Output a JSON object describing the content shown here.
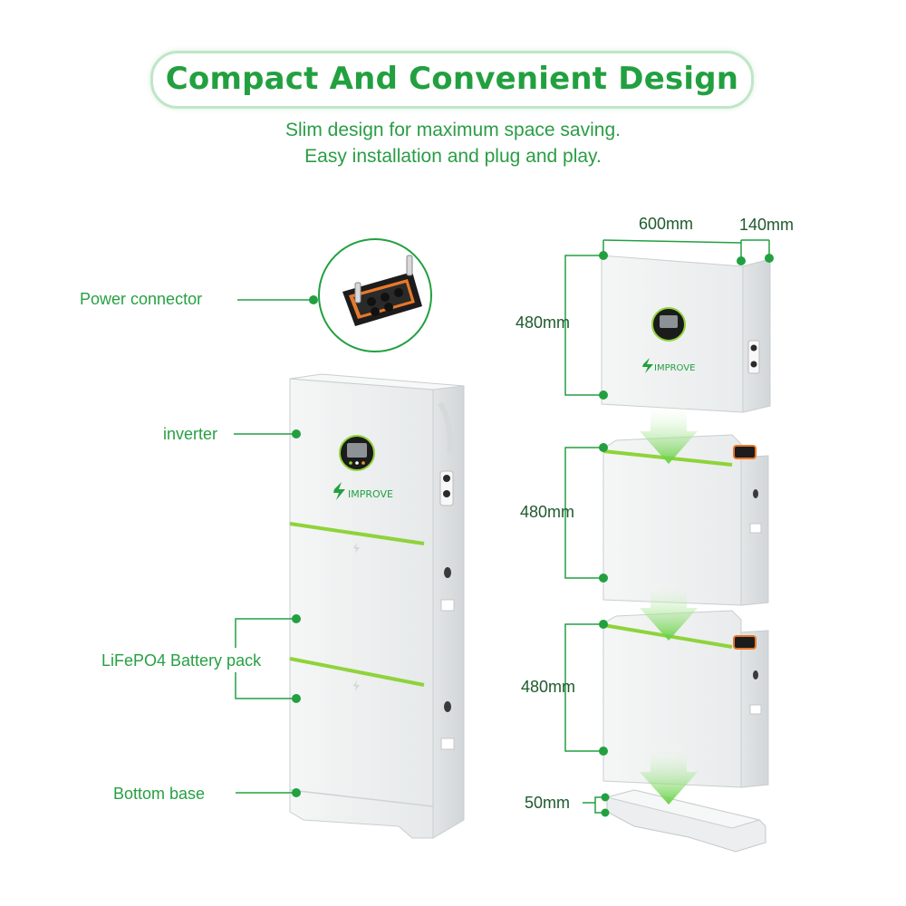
{
  "header": {
    "title": "Compact And Convenient Design",
    "subtitle_line1": "Slim design for maximum space saving.",
    "subtitle_line2": "Easy installation and plug and play."
  },
  "callouts": {
    "power_connector": "Power connector",
    "inverter": "inverter",
    "battery_pack": "LiFePO4 Battery pack",
    "bottom_base": "Bottom base"
  },
  "dimensions": {
    "width": "600mm",
    "depth": "140mm",
    "inverter_height": "480mm",
    "battery1_height": "480mm",
    "battery2_height": "480mm",
    "base_height": "50mm"
  },
  "brand": {
    "logo_text": "IMPROVE"
  },
  "colors": {
    "accent_green": "#22a040",
    "line_green": "#8fd33a",
    "panel_white": "#eff1f1",
    "connector_orange": "#e8792a"
  }
}
